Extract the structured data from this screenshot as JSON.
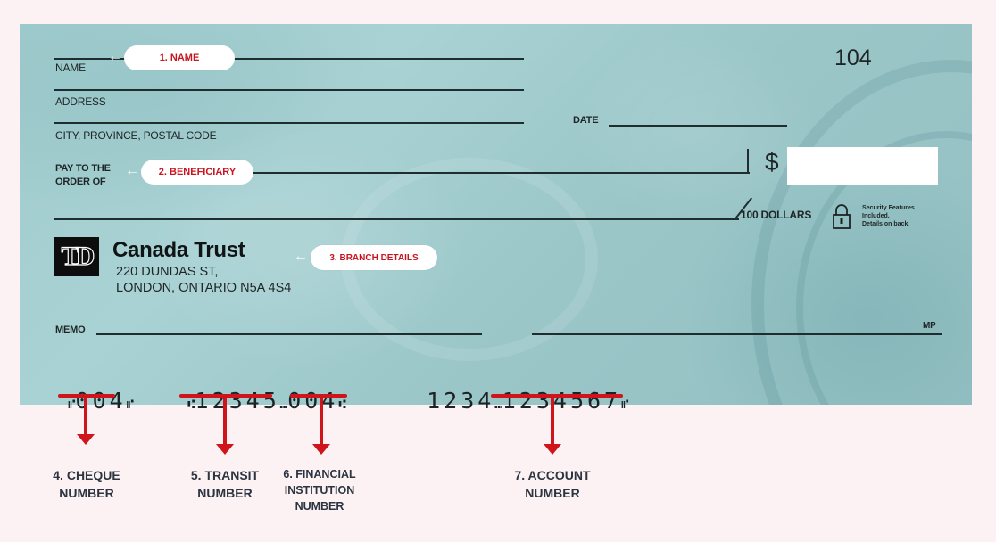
{
  "cheque": {
    "number": "104",
    "fields": {
      "name_label": "NAME",
      "address_label": "ADDRESS",
      "city_label": "CITY, PROVINCE, POSTAL CODE",
      "date_label": "DATE",
      "pay_to_line1": "PAY TO THE",
      "pay_to_line2": "ORDER OF",
      "currency_symbol": "$",
      "dollars_label": "100 DOLLARS",
      "memo_label": "MEMO",
      "signature_mark": "MP"
    },
    "security": {
      "icon": "lock-icon",
      "line1": "Security Features",
      "line2": "Included.",
      "line3": "Details on back."
    },
    "bank": {
      "logo_text": "TD",
      "name": "Canada Trust",
      "address_line1": "220 DUNDAS ST,",
      "address_line2": "LONDON, ONTARIO N5A 4S4"
    },
    "micr": {
      "cheque_number": "004",
      "transit_number": "12345",
      "institution_number": "004",
      "account_prefix": "1234",
      "account_number": "1234567",
      "full_line": "⑈004⑈ ⑆12345⑉004⑆ 1234⑉1234567⑈"
    }
  },
  "callouts": {
    "name": "1. NAME",
    "beneficiary": "2. BENEFICIARY",
    "branch": "3. BRANCH DETAILS"
  },
  "annotations": [
    {
      "line1": "4. CHEQUE",
      "line2": "NUMBER"
    },
    {
      "line1": "5. TRANSIT",
      "line2": "NUMBER"
    },
    {
      "line1": "6. FINANCIAL",
      "line2": "INSTITUTION",
      "line3": "NUMBER"
    },
    {
      "line1": "7. ACCOUNT",
      "line2": "NUMBER"
    }
  ],
  "colors": {
    "cheque_bg": "#a3cdd0",
    "accent_red": "#d0141c",
    "page_bg": "#fdf2f3",
    "caption_text": "#2b3440"
  }
}
